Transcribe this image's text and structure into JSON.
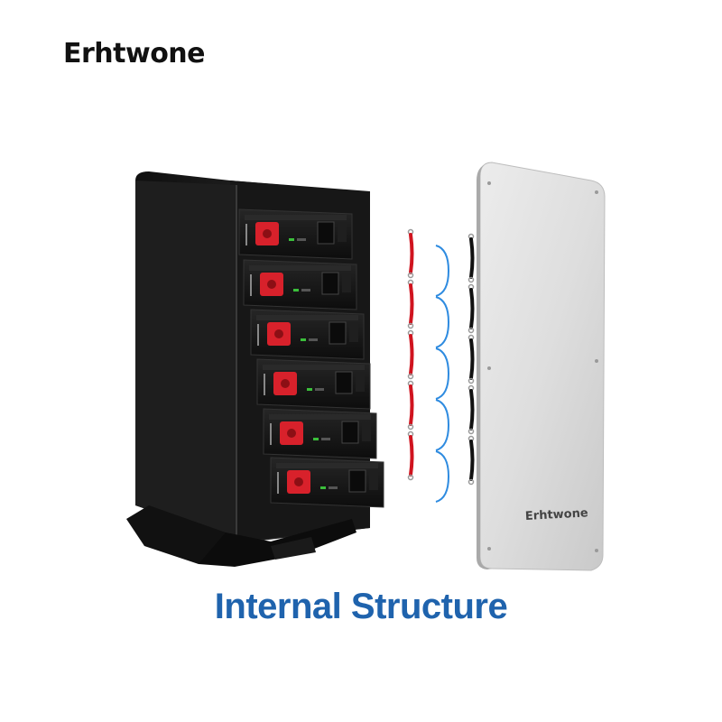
{
  "brand": {
    "name": "Erhtwone"
  },
  "caption": {
    "text": "Internal Structure"
  },
  "cover_panel": {
    "logo": "Erhtwone"
  },
  "colors": {
    "caption": "#1f63ad",
    "cabinet": "#1b1b1b",
    "module": "#151515",
    "terminal": "#d8212b",
    "panel": "#e6e6e6",
    "bracket": "#2e8be0",
    "cable_red": "#d0141f",
    "cable_black": "#111111"
  },
  "scene": {
    "battery_modules": 6,
    "red_cables": 5,
    "black_cables": 5,
    "brackets": 5
  }
}
